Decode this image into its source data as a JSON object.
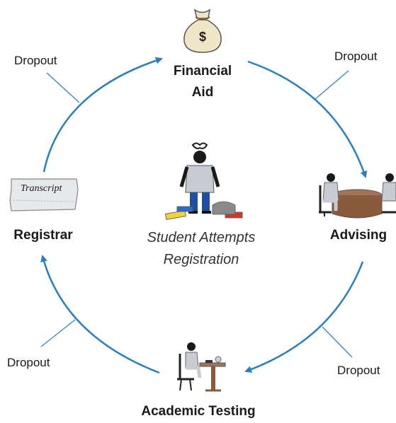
{
  "center": {
    "line1": "Student Attempts",
    "line2": "Registration",
    "icon": "confused-student-with-dropped-books-icon"
  },
  "stages": {
    "financial_aid": {
      "line1": "Financial",
      "line2": "Aid",
      "icon": "money-bag-icon"
    },
    "advising": {
      "label": "Advising",
      "icon": "advising-meeting-icon"
    },
    "academic_testing": {
      "label": "Academic Testing",
      "icon": "student-at-desk-icon"
    },
    "registrar": {
      "label": "Registrar",
      "icon": "transcript-icon",
      "transcript_text": "Transcript"
    }
  },
  "dropouts": {
    "top_left": "Dropout",
    "top_right": "Dropout",
    "bottom_left": "Dropout",
    "bottom_right": "Dropout"
  },
  "colors": {
    "cycle_arrow": "#2a7fbf",
    "dropout_line": "#3a8ac8",
    "text": "#1a1a1a"
  }
}
